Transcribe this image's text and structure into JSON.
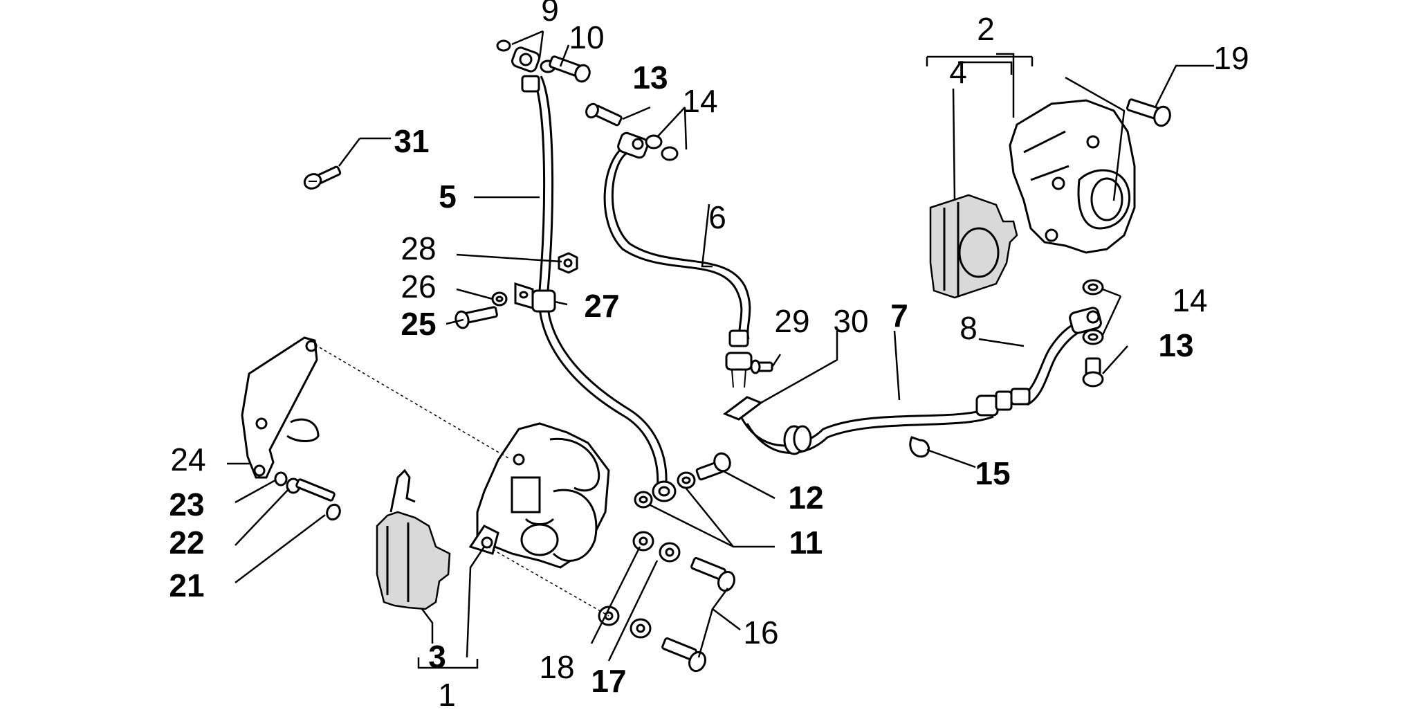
{
  "diagram": {
    "callouts": [
      {
        "id": "c1",
        "label": "1",
        "weight": "normal"
      },
      {
        "id": "c2",
        "label": "2",
        "weight": "normal"
      },
      {
        "id": "c3",
        "label": "3",
        "weight": "bold"
      },
      {
        "id": "c4",
        "label": "4",
        "weight": "normal"
      },
      {
        "id": "c5",
        "label": "5",
        "weight": "bold"
      },
      {
        "id": "c6",
        "label": "6",
        "weight": "normal"
      },
      {
        "id": "c7",
        "label": "7",
        "weight": "bold"
      },
      {
        "id": "c8",
        "label": "8",
        "weight": "normal"
      },
      {
        "id": "c9",
        "label": "9",
        "weight": "normal"
      },
      {
        "id": "c10",
        "label": "10",
        "weight": "normal"
      },
      {
        "id": "c11",
        "label": "11",
        "weight": "bold"
      },
      {
        "id": "c12",
        "label": "12",
        "weight": "bold"
      },
      {
        "id": "c13a",
        "label": "13",
        "weight": "bold"
      },
      {
        "id": "c13b",
        "label": "13",
        "weight": "bold"
      },
      {
        "id": "c14a",
        "label": "14",
        "weight": "normal"
      },
      {
        "id": "c14b",
        "label": "14",
        "weight": "normal"
      },
      {
        "id": "c15",
        "label": "15",
        "weight": "bold"
      },
      {
        "id": "c16",
        "label": "16",
        "weight": "normal"
      },
      {
        "id": "c17",
        "label": "17",
        "weight": "bold"
      },
      {
        "id": "c18",
        "label": "18",
        "weight": "normal"
      },
      {
        "id": "c19",
        "label": "19",
        "weight": "normal"
      },
      {
        "id": "c21",
        "label": "21",
        "weight": "bold"
      },
      {
        "id": "c22",
        "label": "22",
        "weight": "bold"
      },
      {
        "id": "c23",
        "label": "23",
        "weight": "bold"
      },
      {
        "id": "c24",
        "label": "24",
        "weight": "normal"
      },
      {
        "id": "c25",
        "label": "25",
        "weight": "bold"
      },
      {
        "id": "c26",
        "label": "26",
        "weight": "normal"
      },
      {
        "id": "c27",
        "label": "27",
        "weight": "bold"
      },
      {
        "id": "c28",
        "label": "28",
        "weight": "normal"
      },
      {
        "id": "c29",
        "label": "29",
        "weight": "normal"
      },
      {
        "id": "c30",
        "label": "30",
        "weight": "normal"
      },
      {
        "id": "c31",
        "label": "31",
        "weight": "bold"
      }
    ]
  }
}
